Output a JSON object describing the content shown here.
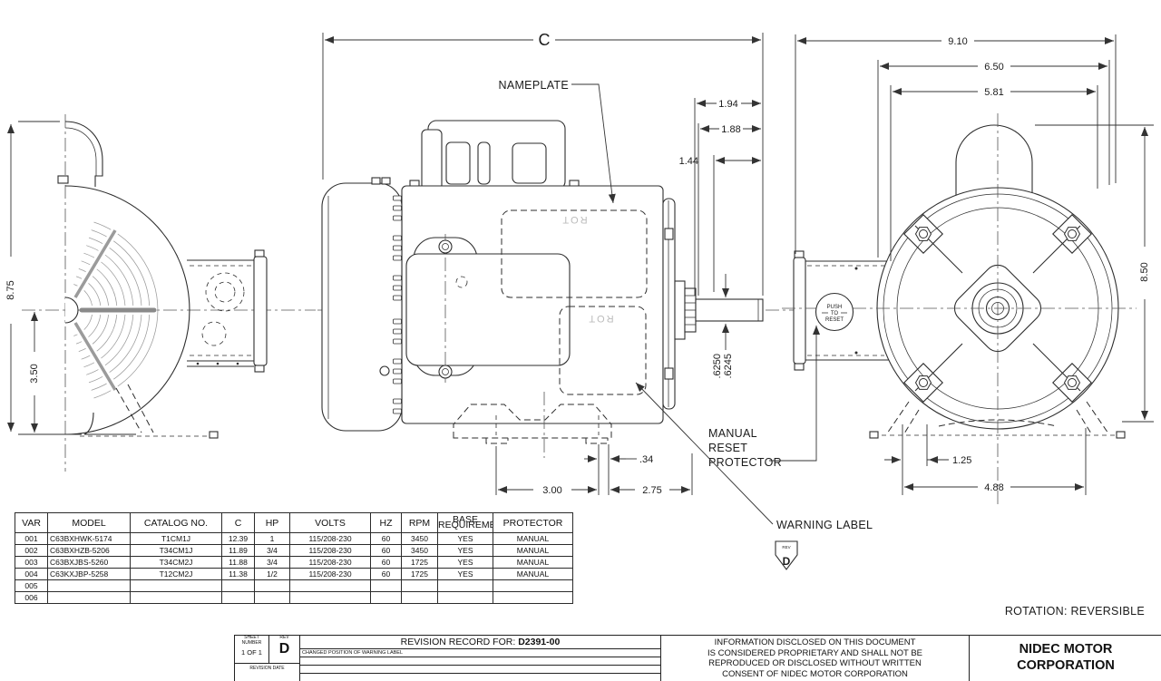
{
  "drawing": {
    "labels": {
      "nameplate": "NAMEPLATE",
      "manual_reset_line1": "MANUAL",
      "manual_reset_line2": "RESET",
      "manual_reset_line3": "PROTECTOR",
      "warning_label": "WARNING LABEL",
      "push_line1": "PUSH",
      "push_line2": "TO",
      "push_line3": "RESET",
      "rev_flag_label": "REV",
      "rev_flag_value": "D",
      "rotation_note": "ROTATION:  REVERSIBLE",
      "nameplate_ghost": "ROT",
      "warning_ghost": "ROT"
    },
    "dims": {
      "left_overall_height": "8.75",
      "left_center_height": "3.50",
      "side_overall_length": "C",
      "shaft_dim1": "1.94",
      "shaft_dim2": "1.88",
      "shaft_dim3": "1.44",
      "shaft_dia_line1": ".6250",
      "shaft_dia_line2": ".6245",
      "base_slot": ".34",
      "base_span": "3.00",
      "base_to_face": "2.75",
      "front_overall_width": "9.10",
      "front_width_mid": "6.50",
      "front_width_inner": "5.81",
      "front_overall_height": "8.50",
      "foot_offset": "1.25",
      "foot_span": "4.88"
    }
  },
  "table": {
    "headers": {
      "var": "VAR",
      "model": "MODEL",
      "catalog": "CATALOG NO.",
      "c": "C",
      "hp": "HP",
      "volts": "VOLTS",
      "hz": "HZ",
      "rpm": "RPM",
      "base1": "BASE",
      "base2": "REQUIREMENT",
      "protector": "PROTECTOR"
    },
    "rows": [
      [
        "001",
        "C63BXHWK-5174",
        "T1CM1J",
        "12.39",
        "1",
        "115/208-230",
        "60",
        "3450",
        "YES",
        "MANUAL"
      ],
      [
        "002",
        "C63BXHZB-5206",
        "T34CM1J",
        "11.89",
        "3/4",
        "115/208-230",
        "60",
        "3450",
        "YES",
        "MANUAL"
      ],
      [
        "003",
        "C63BXJBS-5260",
        "T34CM2J",
        "11.88",
        "3/4",
        "115/208-230",
        "60",
        "1725",
        "YES",
        "MANUAL"
      ],
      [
        "004",
        "C63KXJBP-5258",
        "T12CM2J",
        "11.38",
        "1/2",
        "115/208-230",
        "60",
        "1725",
        "YES",
        "MANUAL"
      ],
      [
        "005",
        "",
        "",
        "",
        "",
        "",
        "",
        "",
        "",
        ""
      ],
      [
        "006",
        "",
        "",
        "",
        "",
        "",
        "",
        "",
        "",
        ""
      ]
    ]
  },
  "title_block": {
    "sheet_label1": "SHEET",
    "sheet_label2": "NUMBER",
    "sheet_value": "1 OF 1",
    "rev_label": "REV",
    "rev_value": "D",
    "record_title": "REVISION RECORD FOR:",
    "record_number": "D2391-00",
    "revision_note": "CHANGED POSITION OF WARNING LABEL",
    "revision_date_label": "REVISION DATE",
    "proprietary_line1": "INFORMATION DISCLOSED ON THIS DOCUMENT",
    "proprietary_line2": "IS CONSIDERED PROPRIETARY AND SHALL NOT BE",
    "proprietary_line3": "REPRODUCED OR DISCLOSED WITHOUT WRITTEN",
    "proprietary_line4": "CONSENT OF NIDEC MOTOR CORPORATION",
    "company_line1": "NIDEC MOTOR",
    "company_line2": "CORPORATION"
  }
}
